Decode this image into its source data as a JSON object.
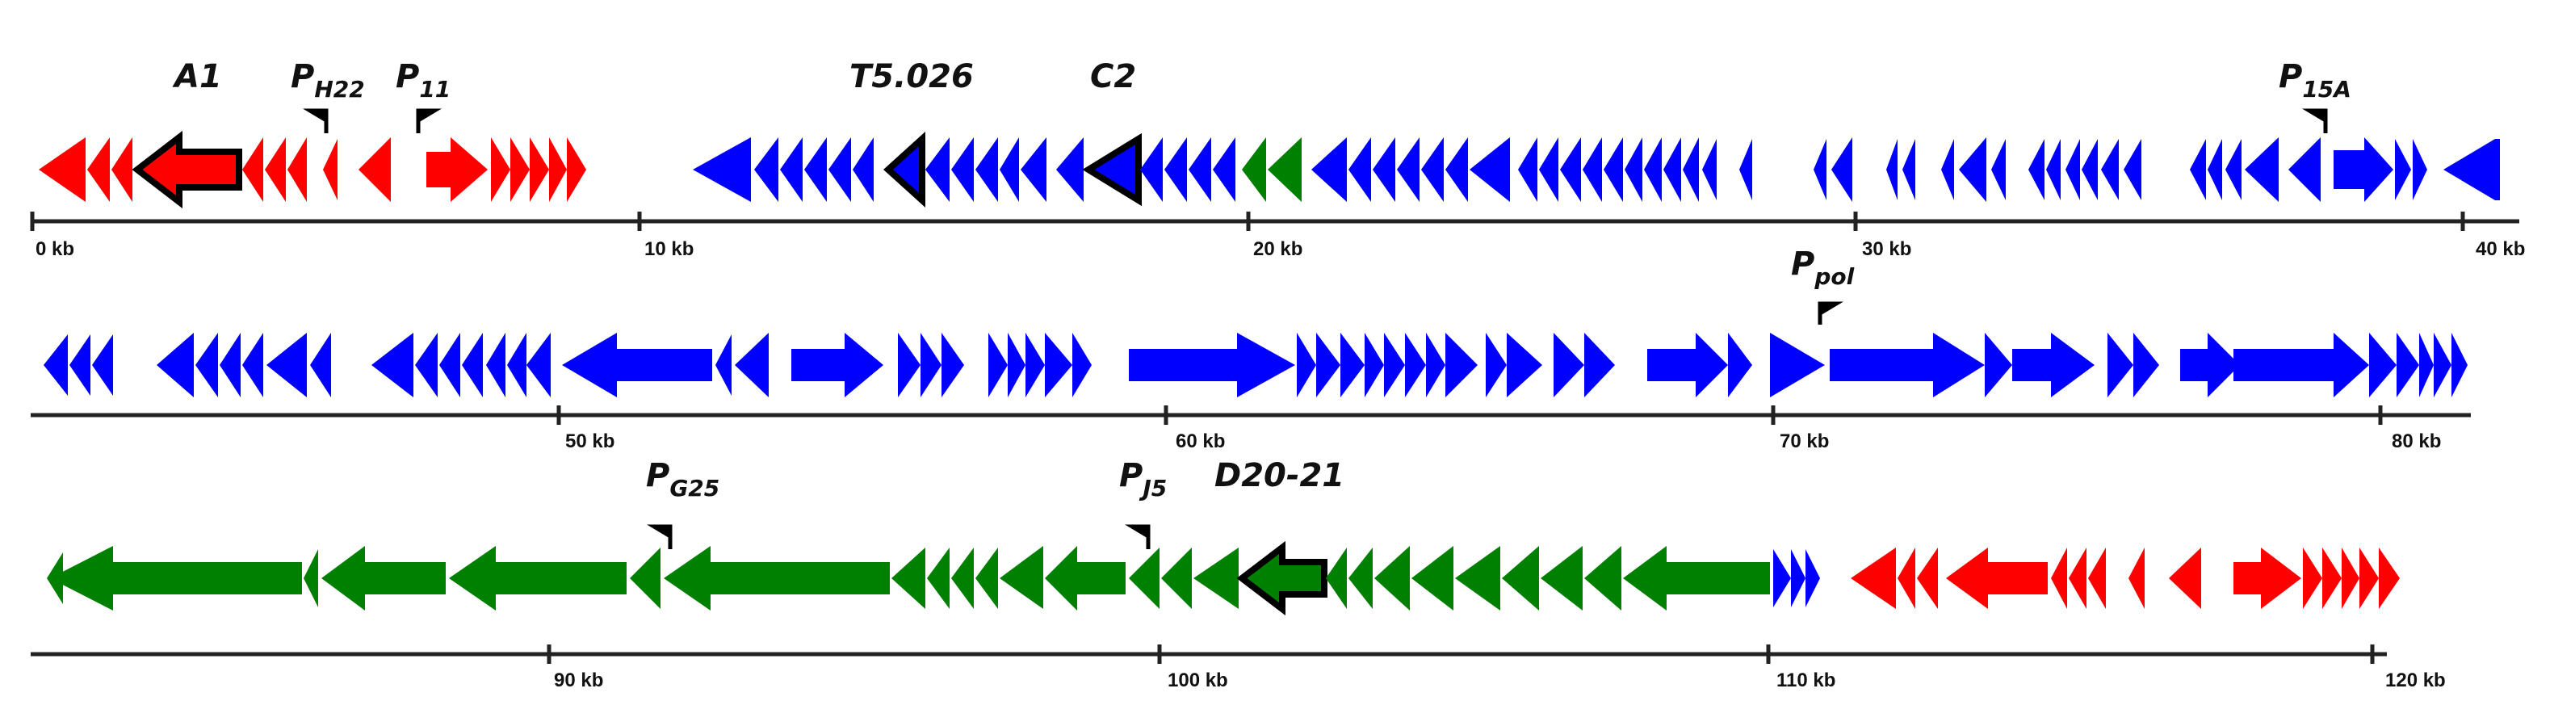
{
  "colors": {
    "red": "#ff0000",
    "blue": "#0000ff",
    "green": "#008000",
    "outline": "#000000"
  },
  "tick_labels": {
    "row1": [
      "0 kb",
      "10 kb",
      "20 kb",
      "30 kb",
      "40 kb"
    ],
    "row2": [
      "50 kb",
      "60 kb",
      "70 kb",
      "80 kb"
    ],
    "row3": [
      "90 kb",
      "100 kb",
      "110 kb",
      "120 kb"
    ]
  },
  "feature_labels": {
    "a1": "A1",
    "t5026": "T5.026",
    "c2": "C2",
    "d2021": "D20-21"
  },
  "promoters": {
    "ph22": {
      "main": "P",
      "sub": "H22"
    },
    "p11": {
      "main": "P",
      "sub": "11"
    },
    "p15a": {
      "main": "P",
      "sub": "15A"
    },
    "ppol": {
      "main": "P",
      "sub": "pol"
    },
    "pg25": {
      "main": "P",
      "sub": "G25"
    },
    "pj5": {
      "main": "P",
      "sub": "J5"
    }
  }
}
